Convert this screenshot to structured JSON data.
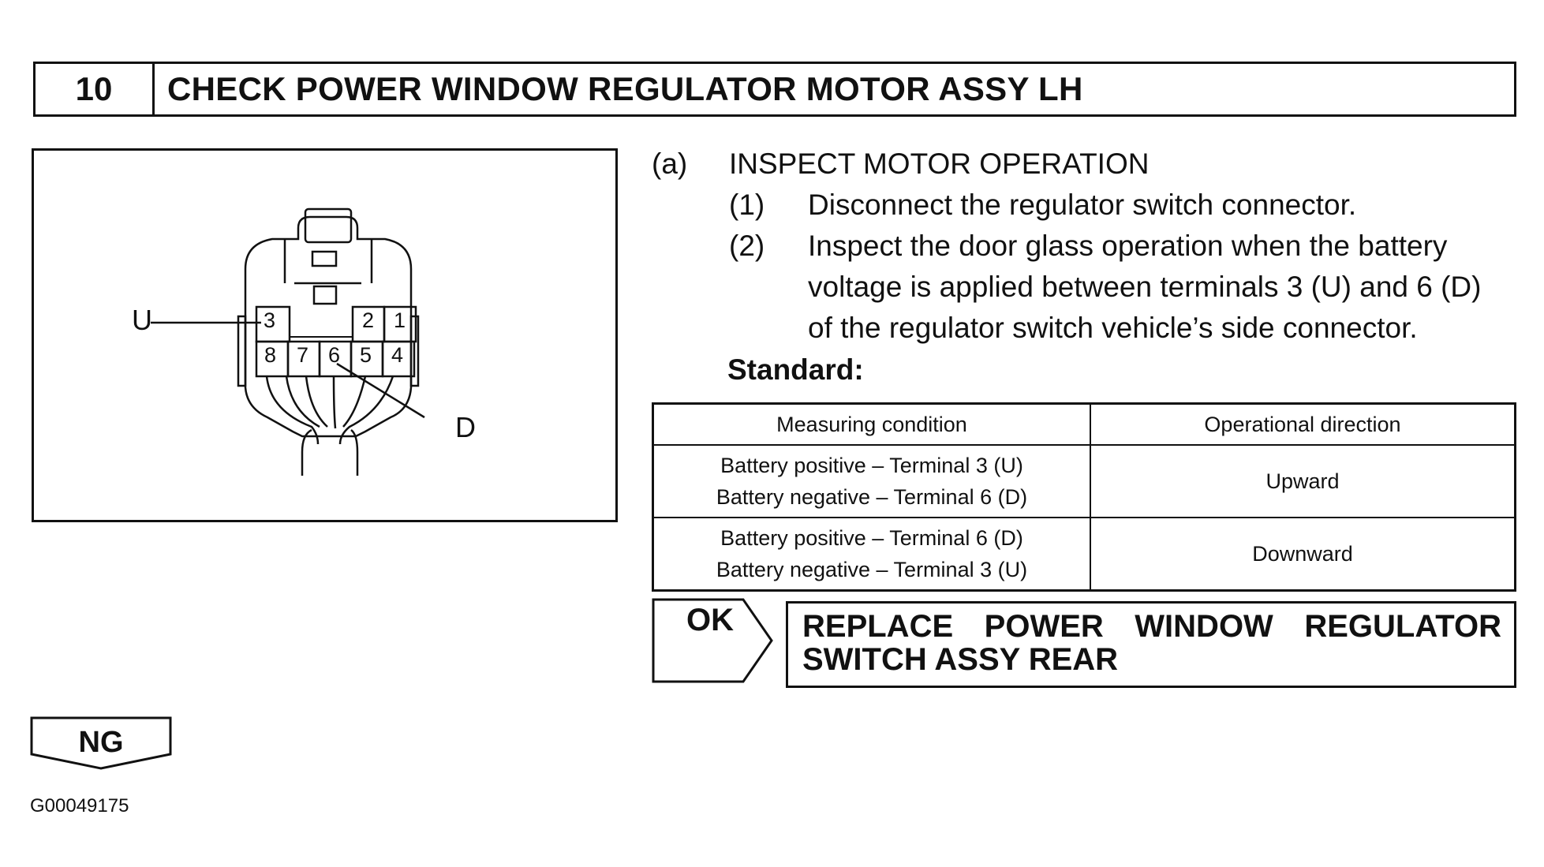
{
  "header": {
    "step_number": "10",
    "title": "CHECK POWER WINDOW REGULATOR MOTOR ASSY LH"
  },
  "diagram": {
    "terminal_numbers": [
      "3",
      "2",
      "1",
      "8",
      "7",
      "6",
      "5",
      "4"
    ],
    "label_u": "U",
    "label_d": "D"
  },
  "instructions": {
    "step_a_marker": "(a)",
    "step_a_text": "INSPECT MOTOR OPERATION",
    "sub_1_marker": "(1)",
    "sub_1_text": "Disconnect the regulator switch connector.",
    "sub_2_marker": "(2)",
    "sub_2_line1": "Inspect the door glass operation when the battery",
    "sub_2_line2": "voltage is applied between terminals 3 (U) and 6 (D)",
    "sub_2_line3": "of the regulator switch vehicle’s side connector.",
    "standard_label": "Standard:"
  },
  "standard_table": {
    "headers": [
      "Measuring condition",
      "Operational direction"
    ],
    "rows": [
      {
        "condition_line1": "Battery positive – Terminal 3 (U)",
        "condition_line2": "Battery negative – Terminal 6 (D)",
        "direction": "Upward"
      },
      {
        "condition_line1": "Battery positive – Terminal 6 (D)",
        "condition_line2": "Battery negative – Terminal 3 (U)",
        "direction": "Downward"
      }
    ]
  },
  "ok_branch": {
    "label": "OK",
    "result_words_line1": [
      "REPLACE",
      "POWER",
      "WINDOW",
      "REGULATOR"
    ],
    "result_line2": "SWITCH ASSY REAR"
  },
  "ng_branch": {
    "label": "NG"
  },
  "figure_code": "G00049175"
}
